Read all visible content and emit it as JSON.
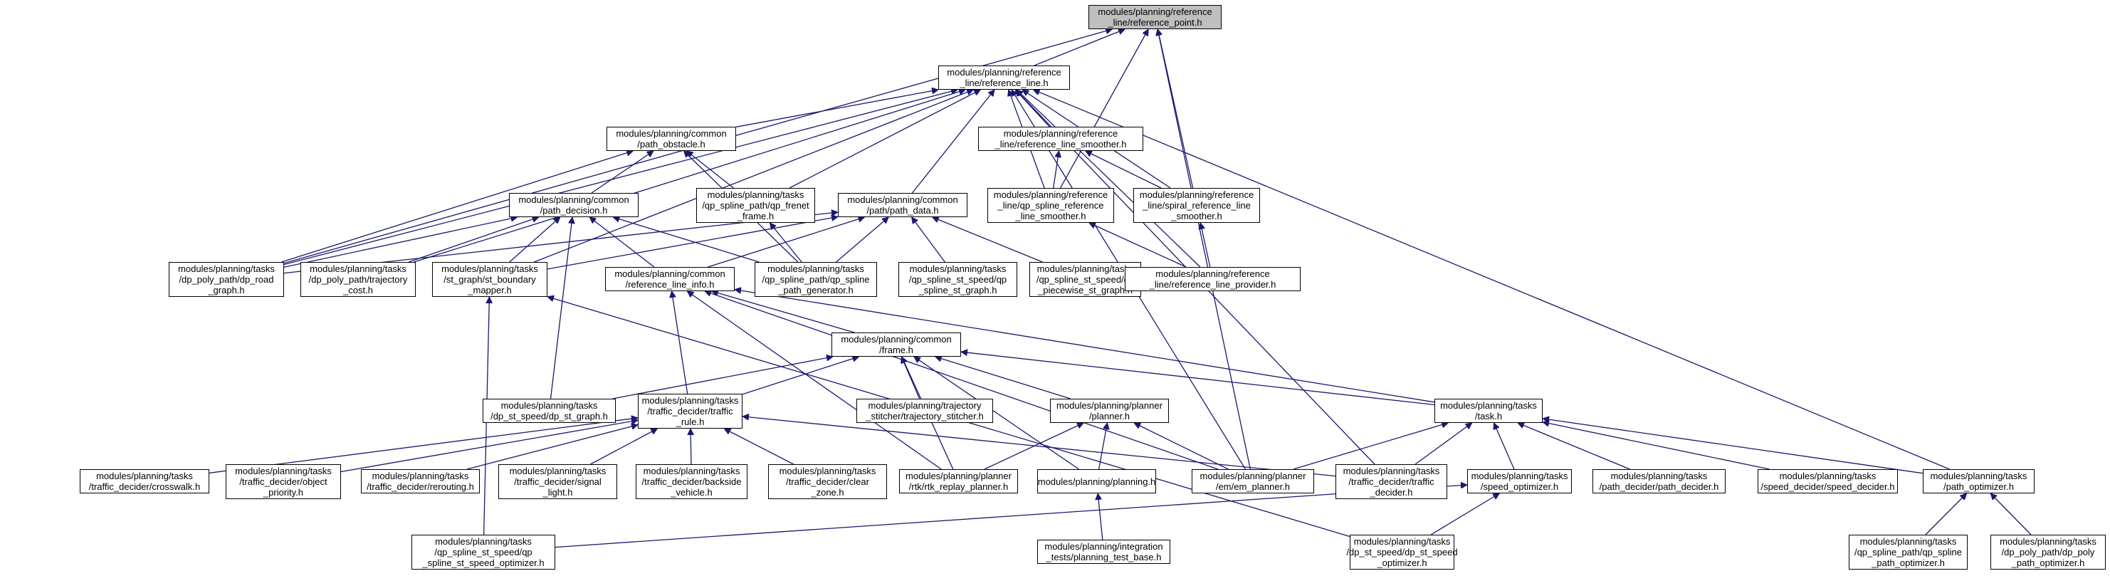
{
  "colors": {
    "edge": "#191970",
    "focus_fill": "#bfbfbf",
    "node_fill": "#ffffff",
    "border": "#000000"
  },
  "nodes": [
    {
      "id": "reference_point",
      "lines": [
        "modules/planning/reference",
        "_line/reference_point.h"
      ],
      "focus": true
    },
    {
      "id": "reference_line",
      "lines": [
        "modules/planning/reference",
        "_line/reference_line.h"
      ]
    },
    {
      "id": "path_obstacle",
      "lines": [
        "modules/planning/common",
        "/path_obstacle.h"
      ]
    },
    {
      "id": "rl_smoother",
      "lines": [
        "modules/planning/reference",
        "_line/reference_line_smoother.h"
      ]
    },
    {
      "id": "path_decision",
      "lines": [
        "modules/planning/common",
        "/path_decision.h"
      ]
    },
    {
      "id": "qp_frenet_frame",
      "lines": [
        "modules/planning/tasks",
        "/qp_spline_path/qp_frenet",
        "_frame.h"
      ]
    },
    {
      "id": "path_data",
      "lines": [
        "modules/planning/common",
        "/path/path_data.h"
      ]
    },
    {
      "id": "qp_spline_rl_smoother",
      "lines": [
        "modules/planning/reference",
        "_line/qp_spline_reference",
        "_line_smoother.h"
      ]
    },
    {
      "id": "spiral_rl_smoother",
      "lines": [
        "modules/planning/reference",
        "_line/spiral_reference_line",
        "_smoother.h"
      ]
    },
    {
      "id": "dp_road_graph",
      "lines": [
        "modules/planning/tasks",
        "/dp_poly_path/dp_road",
        "_graph.h"
      ]
    },
    {
      "id": "trajectory_cost",
      "lines": [
        "modules/planning/tasks",
        "/dp_poly_path/trajectory",
        "_cost.h"
      ]
    },
    {
      "id": "st_boundary_mapper",
      "lines": [
        "modules/planning/tasks",
        "/st_graph/st_boundary",
        "_mapper.h"
      ]
    },
    {
      "id": "qp_spline_path_generator",
      "lines": [
        "modules/planning/tasks",
        "/qp_spline_path/qp_spline",
        "_path_generator.h"
      ]
    },
    {
      "id": "qp_spline_st_graph",
      "lines": [
        "modules/planning/tasks",
        "/qp_spline_st_speed/qp",
        "_spline_st_graph.h"
      ]
    },
    {
      "id": "piecewise_st_graph",
      "lines": [
        "modules/planning/tasks",
        "/qp_spline_st_speed/qp",
        "_piecewise_st_graph.h"
      ]
    },
    {
      "id": "rl_provider",
      "lines": [
        "modules/planning/reference",
        "_line/reference_line_provider.h"
      ]
    },
    {
      "id": "reference_line_info",
      "lines": [
        "modules/planning/common",
        "/reference_line_info.h"
      ]
    },
    {
      "id": "frame",
      "lines": [
        "modules/planning/common",
        "/frame.h"
      ]
    },
    {
      "id": "dp_st_graph",
      "lines": [
        "modules/planning/tasks",
        "/dp_st_speed/dp_st_graph.h"
      ]
    },
    {
      "id": "traffic_rule",
      "lines": [
        "modules/planning/tasks",
        "/traffic_decider/traffic",
        "_rule.h"
      ]
    },
    {
      "id": "trajectory_stitcher",
      "lines": [
        "modules/planning/trajectory",
        "_stitcher/trajectory_stitcher.h"
      ]
    },
    {
      "id": "planner",
      "lines": [
        "modules/planning/planner",
        "/planner.h"
      ]
    },
    {
      "id": "task",
      "lines": [
        "modules/planning/tasks",
        "/task.h"
      ]
    },
    {
      "id": "crosswalk",
      "lines": [
        "modules/planning/tasks",
        "/traffic_decider/crosswalk.h"
      ]
    },
    {
      "id": "object_priority",
      "lines": [
        "modules/planning/tasks",
        "/traffic_decider/object",
        "_priority.h"
      ]
    },
    {
      "id": "rerouting",
      "lines": [
        "modules/planning/tasks",
        "/traffic_decider/rerouting.h"
      ]
    },
    {
      "id": "signal_light",
      "lines": [
        "modules/planning/tasks",
        "/traffic_decider/signal",
        "_light.h"
      ]
    },
    {
      "id": "backside_vehicle",
      "lines": [
        "modules/planning/tasks",
        "/traffic_decider/backside",
        "_vehicle.h"
      ]
    },
    {
      "id": "clear_zone",
      "lines": [
        "modules/planning/tasks",
        "/traffic_decider/clear",
        "_zone.h"
      ]
    },
    {
      "id": "rtk_replay_planner",
      "lines": [
        "modules/planning/planner",
        "/rtk/rtk_replay_planner.h"
      ]
    },
    {
      "id": "planning",
      "lines": [
        "modules/planning/planning.h"
      ]
    },
    {
      "id": "em_planner",
      "lines": [
        "modules/planning/planner",
        "/em/em_planner.h"
      ]
    },
    {
      "id": "traffic_decider",
      "lines": [
        "modules/planning/tasks",
        "/traffic_decider/traffic",
        "_decider.h"
      ]
    },
    {
      "id": "speed_optimizer",
      "lines": [
        "modules/planning/tasks",
        "/speed_optimizer.h"
      ]
    },
    {
      "id": "path_decider",
      "lines": [
        "modules/planning/tasks",
        "/path_decider/path_decider.h"
      ]
    },
    {
      "id": "speed_decider",
      "lines": [
        "modules/planning/tasks",
        "/speed_decider/speed_decider.h"
      ]
    },
    {
      "id": "path_optimizer",
      "lines": [
        "modules/planning/tasks",
        "/path_optimizer.h"
      ]
    },
    {
      "id": "qp_spline_st_speed_optimizer",
      "lines": [
        "modules/planning/tasks",
        "/qp_spline_st_speed/qp",
        "_spline_st_speed_optimizer.h"
      ]
    },
    {
      "id": "planning_test_base",
      "lines": [
        "modules/planning/integration",
        "_tests/planning_test_base.h"
      ]
    },
    {
      "id": "dp_st_speed_optimizer",
      "lines": [
        "modules/planning/tasks",
        "/dp_st_speed/dp_st_speed",
        "_optimizer.h"
      ]
    },
    {
      "id": "qp_spline_path_optimizer",
      "lines": [
        "modules/planning/tasks",
        "/qp_spline_path/qp_spline",
        "_path_optimizer.h"
      ]
    },
    {
      "id": "dp_poly_path_optimizer",
      "lines": [
        "modules/planning/tasks",
        "/dp_poly_path/dp_poly",
        "_path_optimizer.h"
      ]
    }
  ],
  "edges": [
    [
      "reference_line",
      "reference_point"
    ],
    [
      "dp_road_graph",
      "reference_point"
    ],
    [
      "qp_spline_rl_smoother",
      "reference_point"
    ],
    [
      "spiral_rl_smoother",
      "reference_point"
    ],
    [
      "em_planner",
      "reference_point"
    ],
    [
      "path_obstacle",
      "reference_line"
    ],
    [
      "rl_smoother",
      "reference_line"
    ],
    [
      "qp_spline_rl_smoother",
      "reference_line"
    ],
    [
      "spiral_rl_smoother",
      "reference_line"
    ],
    [
      "dp_road_graph",
      "reference_line"
    ],
    [
      "trajectory_cost",
      "reference_line"
    ],
    [
      "st_boundary_mapper",
      "reference_line"
    ],
    [
      "qp_frenet_frame",
      "reference_line"
    ],
    [
      "path_data",
      "reference_line"
    ],
    [
      "rl_provider",
      "reference_line"
    ],
    [
      "em_planner",
      "reference_line"
    ],
    [
      "traffic_decider",
      "reference_line"
    ],
    [
      "path_optimizer",
      "reference_line"
    ],
    [
      "path_decision",
      "path_obstacle"
    ],
    [
      "dp_road_graph",
      "path_obstacle"
    ],
    [
      "qp_frenet_frame",
      "path_obstacle"
    ],
    [
      "qp_spline_path_generator",
      "path_obstacle"
    ],
    [
      "qp_spline_rl_smoother",
      "rl_smoother"
    ],
    [
      "spiral_rl_smoother",
      "rl_smoother"
    ],
    [
      "dp_road_graph",
      "path_decision"
    ],
    [
      "trajectory_cost",
      "path_decision"
    ],
    [
      "st_boundary_mapper",
      "path_decision"
    ],
    [
      "reference_line_info",
      "path_decision"
    ],
    [
      "qp_spline_path_generator",
      "path_decision"
    ],
    [
      "dp_st_graph",
      "path_decision"
    ],
    [
      "qp_spline_path_generator",
      "qp_frenet_frame"
    ],
    [
      "dp_road_graph",
      "path_data"
    ],
    [
      "st_boundary_mapper",
      "path_data"
    ],
    [
      "reference_line_info",
      "path_data"
    ],
    [
      "qp_spline_path_generator",
      "path_data"
    ],
    [
      "qp_spline_st_graph",
      "path_data"
    ],
    [
      "piecewise_st_graph",
      "path_data"
    ],
    [
      "rl_provider",
      "qp_spline_rl_smoother"
    ],
    [
      "rl_provider",
      "spiral_rl_smoother"
    ],
    [
      "qp_spline_st_speed_optimizer",
      "st_boundary_mapper"
    ],
    [
      "dp_st_speed_optimizer",
      "st_boundary_mapper"
    ],
    [
      "frame",
      "reference_line_info"
    ],
    [
      "traffic_rule",
      "reference_line_info"
    ],
    [
      "rtk_replay_planner",
      "reference_line_info"
    ],
    [
      "em_planner",
      "reference_line_info"
    ],
    [
      "task",
      "reference_line_info"
    ],
    [
      "dp_st_graph",
      "frame"
    ],
    [
      "traffic_rule",
      "frame"
    ],
    [
      "trajectory_stitcher",
      "frame"
    ],
    [
      "planner",
      "frame"
    ],
    [
      "task",
      "frame"
    ],
    [
      "rtk_replay_planner",
      "frame"
    ],
    [
      "planning",
      "frame"
    ],
    [
      "crosswalk",
      "traffic_rule"
    ],
    [
      "object_priority",
      "traffic_rule"
    ],
    [
      "rerouting",
      "traffic_rule"
    ],
    [
      "signal_light",
      "traffic_rule"
    ],
    [
      "backside_vehicle",
      "traffic_rule"
    ],
    [
      "clear_zone",
      "traffic_rule"
    ],
    [
      "traffic_decider",
      "traffic_rule"
    ],
    [
      "rtk_replay_planner",
      "planner"
    ],
    [
      "planning",
      "planner"
    ],
    [
      "em_planner",
      "planner"
    ],
    [
      "em_planner",
      "task"
    ],
    [
      "traffic_decider",
      "task"
    ],
    [
      "speed_optimizer",
      "task"
    ],
    [
      "path_decider",
      "task"
    ],
    [
      "speed_decider",
      "task"
    ],
    [
      "path_optimizer",
      "task"
    ],
    [
      "planning_test_base",
      "planning"
    ],
    [
      "qp_spline_st_speed_optimizer",
      "speed_optimizer"
    ],
    [
      "dp_st_speed_optimizer",
      "speed_optimizer"
    ],
    [
      "qp_spline_path_optimizer",
      "path_optimizer"
    ],
    [
      "dp_poly_path_optimizer",
      "path_optimizer"
    ]
  ]
}
